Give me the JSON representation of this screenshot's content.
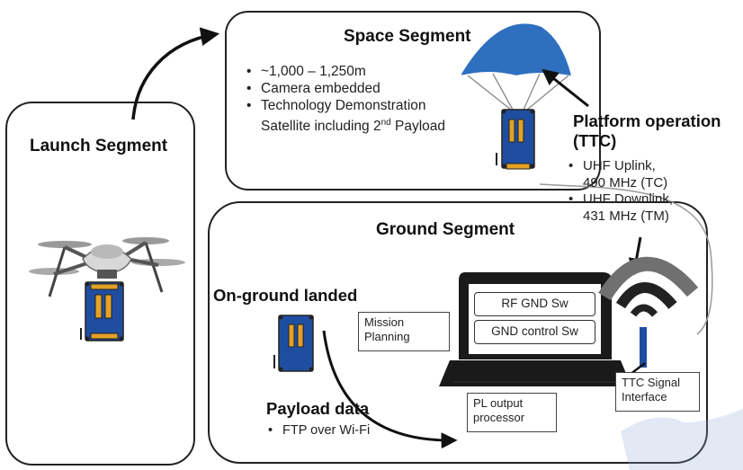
{
  "launch": {
    "title": "Launch Segment"
  },
  "space": {
    "title": "Space Segment",
    "bullets": [
      "~1,000 – 1,250m",
      "Camera embedded",
      "Technology Demonstration",
      "Satellite including 2",
      "nd",
      " Payload"
    ]
  },
  "platform": {
    "title_line1": "Platform operation",
    "title_line2": "(TTC)",
    "b1_line1": "UHF Uplink,",
    "b1_line2": "490 MHz (TC)",
    "b2_line1": "UHF Downlink,",
    "b2_line2": "431 MHz (TM)"
  },
  "ground": {
    "title": "Ground Segment",
    "landed": "On-ground landed",
    "mission_line1": "Mission",
    "mission_line2": "Planning",
    "rf_gnd_sw": "RF GND Sw",
    "gnd_control_sw": "GND control Sw",
    "ttc_line1": "TTC Signal",
    "ttc_line2": "Interface",
    "pl_line1": "PL output",
    "pl_line2": "processor",
    "payload_title": "Payload data",
    "payload_bullet": "FTP over Wi-Fi"
  },
  "colors": {
    "cubesat_blue": "#1f4ea1",
    "cubesat_gold": "#e3a226",
    "parachute_blue": "#2f6fbf",
    "wifi_gray": "#707070",
    "wifi_blue": "#1f4ea1"
  }
}
